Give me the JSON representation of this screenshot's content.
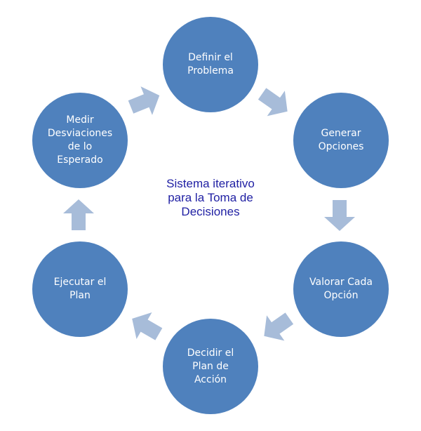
{
  "diagram": {
    "center_title": "Sistema iterativo\npara la Toma de\nDecisiones",
    "nodes": [
      {
        "label": "Definir el\nProblema"
      },
      {
        "label": "Generar\nOpciones"
      },
      {
        "label": "Valorar Cada\nOpción"
      },
      {
        "label": "Decidir el\nPlan de\nAcción"
      },
      {
        "label": "Ejecutar el\nPlan"
      },
      {
        "label": "Medir\nDesviaciones\nde lo\nEsperado"
      }
    ]
  },
  "colors": {
    "node_fill": "#4f81bd",
    "arrow_fill": "#a7bcd9",
    "center_text": "#1f1fa3",
    "node_text": "#ffffff"
  }
}
